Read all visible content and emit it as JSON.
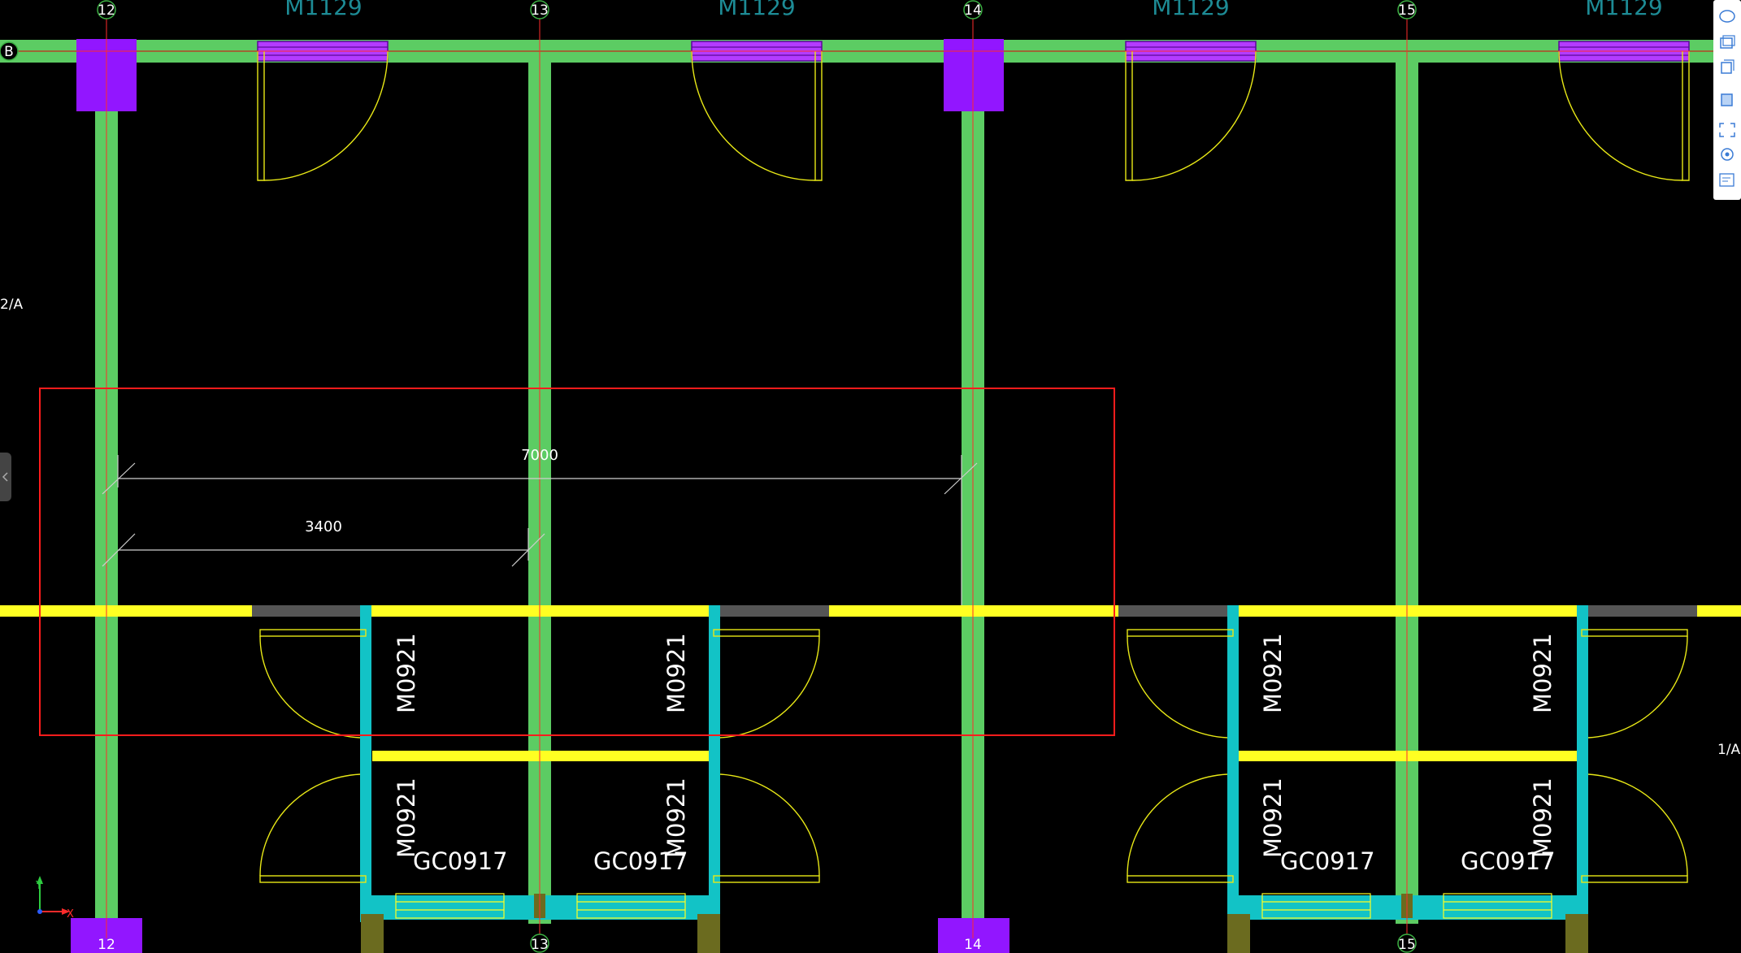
{
  "axes": {
    "columns": [
      "12",
      "13",
      "14",
      "15"
    ],
    "rows": [
      "B",
      "2/A",
      "1/A"
    ]
  },
  "dimensions": {
    "overall": "7000",
    "partial": "3400"
  },
  "doors": {
    "top": "M1129",
    "side": "M0921",
    "window": "GC0917"
  },
  "toolbar": {
    "icons": [
      "3d-view-icon",
      "layer-icon",
      "copy-icon",
      "cube-icon",
      "fullscreen-icon",
      "settings-icon",
      "properties-icon"
    ]
  },
  "colors": {
    "wall": "#5ccc63",
    "column": "#9216ff",
    "yellow_wall": "#ffff22",
    "cyan_wall": "#12c3c6",
    "selection": "#ff1c1c",
    "grid_axis": "#ff2b2b"
  }
}
